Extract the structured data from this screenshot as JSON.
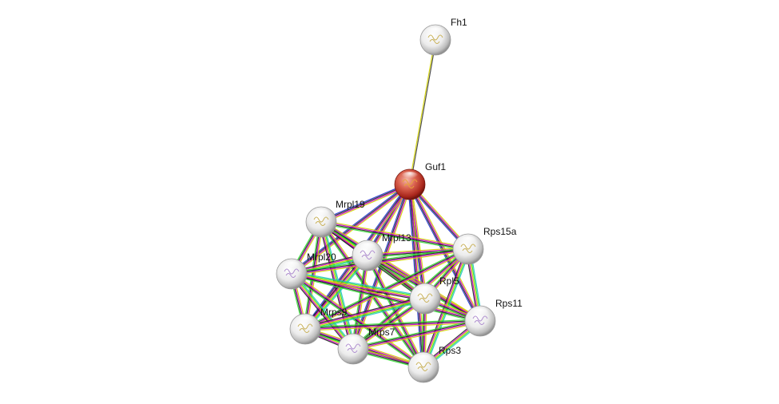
{
  "network": {
    "query_protein": "Guf1",
    "nodes": [
      {
        "id": "Fh1",
        "label": "Fh1",
        "query": false
      },
      {
        "id": "Guf1",
        "label": "Guf1",
        "query": true
      },
      {
        "id": "Mrpl19",
        "label": "Mrpl19",
        "query": false
      },
      {
        "id": "Mrpl13",
        "label": "Mrpl13",
        "query": false
      },
      {
        "id": "Rps15a",
        "label": "Rps15a",
        "query": false
      },
      {
        "id": "Mrpl20",
        "label": "Mrpl20",
        "query": false
      },
      {
        "id": "Rpl5",
        "label": "Rpl5",
        "query": false
      },
      {
        "id": "Rps11",
        "label": "Rps11",
        "query": false
      },
      {
        "id": "Mrps9",
        "label": "Mrps9",
        "query": false
      },
      {
        "id": "Mrps7",
        "label": "Mrps7",
        "query": false
      },
      {
        "id": "Rps3",
        "label": "Rps3",
        "query": false
      }
    ],
    "edge_colors": {
      "gray": "#3d3d3d",
      "yellow": "#d4d400",
      "magenta": "#cc00cc",
      "cyan": "#22c4c4",
      "green": "#33dd33",
      "blue": "#2233cc",
      "black": "#222222"
    },
    "node_colors": {
      "query": "#c0392b",
      "default": "#e6e6e6"
    }
  }
}
